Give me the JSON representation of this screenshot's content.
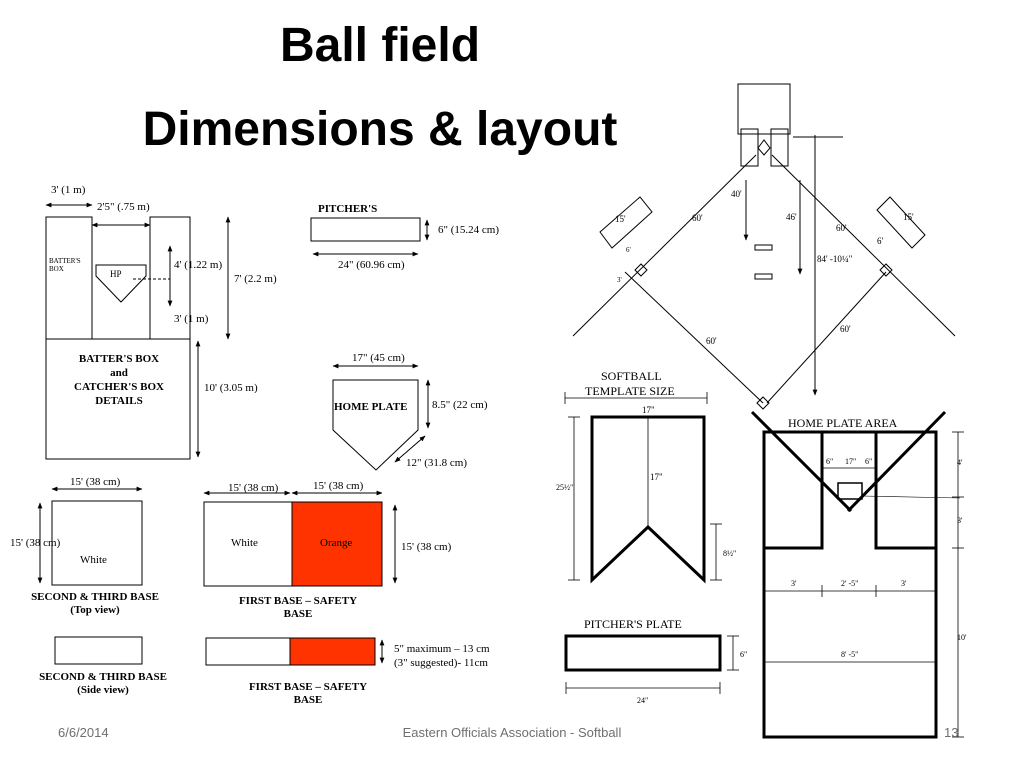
{
  "title": {
    "line1": "Ball field",
    "line2": "Dimensions & layout"
  },
  "footer": {
    "date": "6/6/2014",
    "center": "Eastern Officials Association - Softball",
    "page": "13"
  },
  "colors": {
    "orange_base": "#ff3300",
    "footer_text": "#6f6f6f"
  },
  "batters_box": {
    "w3": "3' (1 m)",
    "w25": "2'5\" (.75 m)",
    "box_label_1": "BATTER'S",
    "box_label_2": "BOX",
    "hp": "HP",
    "h4": "4' (1.22 m)",
    "h7": "7' (2.2 m)",
    "h3": "3' (1 m)",
    "h10": "10' (3.05 m)",
    "cap1": "BATTER'S BOX",
    "cap2": "and",
    "cap3": "CATCHER'S BOX",
    "cap4": "DETAILS"
  },
  "pitcher": {
    "label": "PITCHER'S",
    "h": "6\" (15.24 cm)",
    "w": "24\" (60.96 cm)"
  },
  "home_plate": {
    "w": "17\" (45 cm)",
    "label": "HOME PLATE",
    "h": "8.5\" (22 cm)",
    "diag": "12\" (31.8 cm)"
  },
  "second_third": {
    "w": "15' (38 cm)",
    "h": "15' (38 cm)",
    "color": "White",
    "cap1": "SECOND & THIRD BASE",
    "cap2": "(Top view)",
    "side1": "SECOND & THIRD BASE",
    "side2": "(Side view)"
  },
  "first_base": {
    "w1": "15' (38 cm)",
    "w2": "15' (38 cm)",
    "h": "15' (38 cm)",
    "white": "White",
    "orange": "Orange",
    "cap1": "FIRST BASE – SAFETY",
    "cap2": "BASE",
    "side_h1": "5\" maximum – 13 cm",
    "side_h2": "(3\" suggested)- 11cm",
    "side_cap1": "FIRST BASE – SAFETY",
    "side_cap2": "BASE"
  },
  "infield": {
    "d60a": "60'",
    "d60b": "60'",
    "d60c": "60'",
    "d60d": "60'",
    "d40": "40'",
    "d46": "46'",
    "d84": "84' -10¼\"",
    "d15l": "15'",
    "d15r": "15'",
    "d6l": "6'",
    "d6r": "6'",
    "d3l": "3'"
  },
  "template": {
    "title1": "SOFTBALL",
    "title2": "TEMPLATE SIZE",
    "w": "17\"",
    "inner": "17\"",
    "h": "25½\"",
    "notch": "8½\""
  },
  "pitchers_plate": {
    "label": "PITCHER'S PLATE",
    "h": "6\"",
    "w": "24\""
  },
  "hp_area": {
    "label": "HOME PLATE AREA",
    "d6a": "6\"",
    "d17": "17\"",
    "d6b": "6\"",
    "r4": "4'",
    "r3": "3'",
    "w3a": "3'",
    "w25": "2' -5\"",
    "w3b": "3'",
    "r10": "10'",
    "w85": "8' -5\""
  }
}
